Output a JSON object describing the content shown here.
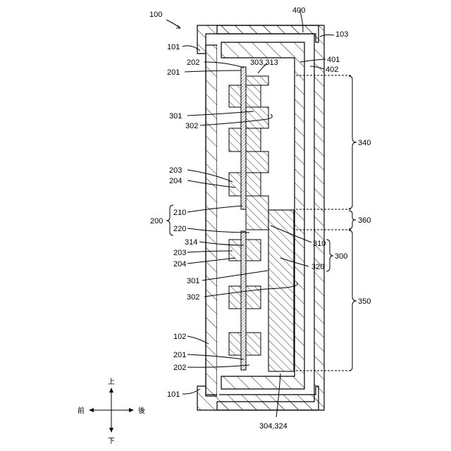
{
  "figure": {
    "ref_main": "100",
    "labels": {
      "l400": "400",
      "l103": "103",
      "l101_top": "101",
      "l202_top": "202",
      "l303_313": "303,313",
      "l401": "401",
      "l201_top": "201",
      "l402": "402",
      "l301_top": "301",
      "l302_top": "302",
      "l340": "340",
      "l203_top": "203",
      "l204_top": "204",
      "l210": "210",
      "l360": "360",
      "l200": "200",
      "l220": "220",
      "l314": "314",
      "l310": "310",
      "l300": "300",
      "l203_bot": "203",
      "l320": "320",
      "l204_bot": "204",
      "l301_bot": "301",
      "l302_bot": "302",
      "l350": "350",
      "l102": "102",
      "l201_bot": "201",
      "l202_bot": "202",
      "l101_bot": "101",
      "l304_324": "304,324"
    },
    "directions": {
      "up": "上",
      "down": "下",
      "front": "前",
      "back": "後"
    }
  }
}
